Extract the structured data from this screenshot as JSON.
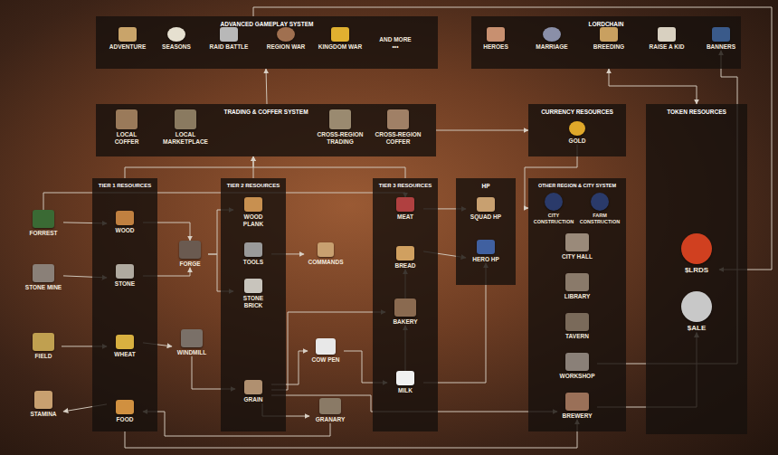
{
  "diagram": {
    "nodes": [
      {
        "text": [
          "ADVANCED GAMEPLAY SYSTEM"
        ]
      },
      {
        "text": [
          "ADVENTURE"
        ],
        "in": 0
      },
      {
        "text": [
          "SEASONS"
        ],
        "in": 0
      },
      {
        "text": [
          "RAID BATTLE"
        ],
        "in": 0
      },
      {
        "text": [
          "REGION WAR"
        ],
        "in": 0
      },
      {
        "text": [
          "KINGDOM WAR"
        ],
        "in": 0
      },
      {
        "text": [
          "AND MORE",
          "•••"
        ],
        "in": 0
      },
      {
        "text": [
          "LORDCHAIN"
        ]
      },
      {
        "text": [
          "HEROES"
        ],
        "in": 7
      },
      {
        "text": [
          "MARRIAGE"
        ],
        "in": 7
      },
      {
        "text": [
          "BREEDING"
        ],
        "in": 7
      },
      {
        "text": [
          "RAISE A KID"
        ],
        "in": 7
      },
      {
        "text": [
          "BANNERS"
        ],
        "in": 7
      },
      {
        "text": [
          "TRADING & COFFER SYSTEM"
        ]
      },
      {
        "text": [
          "LOCAL COFFER"
        ],
        "in": 13
      },
      {
        "text": [
          "LOCAL MARKETPLACE"
        ],
        "in": 13
      },
      {
        "text": [
          "CROSS-REGION TRADING"
        ],
        "in": 13
      },
      {
        "text": [
          "CROSS-REGION COFFER"
        ],
        "in": 13
      },
      {
        "text": [
          "CURRENCY RESOURCES"
        ]
      },
      {
        "text": [
          "GOLD"
        ],
        "in": 18
      },
      {
        "text": [
          "TOKEN RESOURCES"
        ]
      },
      {
        "text": [
          "$LRDS"
        ],
        "in": 20
      },
      {
        "text": [
          "$ALE"
        ],
        "in": 20
      },
      {
        "text": [
          "TIER 1 RESOURCES"
        ]
      },
      {
        "text": [
          "WOOD"
        ],
        "in": 23
      },
      {
        "text": [
          "STONE"
        ],
        "in": 23
      },
      {
        "text": [
          "WHEAT"
        ],
        "in": 23
      },
      {
        "text": [
          "FOOD"
        ],
        "in": 23
      },
      {
        "text": [
          "TIER 2 RESOURCES"
        ]
      },
      {
        "text": [
          "WOOD PLANK"
        ],
        "in": 28
      },
      {
        "text": [
          "TOOLS"
        ],
        "in": 28
      },
      {
        "text": [
          "STONE BRICK"
        ],
        "in": 28
      },
      {
        "text": [
          "GRAIN"
        ],
        "in": 28
      },
      {
        "text": [
          "TIER 3 RESOURCES"
        ]
      },
      {
        "text": [
          "MEAT"
        ],
        "in": 33
      },
      {
        "text": [
          "BREAD"
        ],
        "in": 33
      },
      {
        "text": [
          "MILK"
        ],
        "in": 33
      },
      {
        "text": [
          "HP"
        ]
      },
      {
        "text": [
          "SQUAD HP"
        ],
        "in": 37
      },
      {
        "text": [
          "HERO HP"
        ],
        "in": 37
      },
      {
        "text": [
          "OTHER REGION & CITY SYSTEM"
        ]
      },
      {
        "text": [
          "CITY CONSTRUCTION"
        ],
        "in": 40
      },
      {
        "text": [
          "FARM CONSTRUCTION"
        ],
        "in": 40
      },
      {
        "text": [
          "CITY HALL"
        ],
        "in": 40
      },
      {
        "text": [
          "LIBRARY"
        ],
        "in": 40
      },
      {
        "text": [
          "TAVERN"
        ],
        "in": 40
      },
      {
        "text": [
          "WORKSHOP"
        ],
        "in": 40
      },
      {
        "text": [
          "BREWERY"
        ],
        "in": 40
      },
      {
        "text": [
          "FORREST"
        ]
      },
      {
        "text": [
          "STONE MINE"
        ]
      },
      {
        "text": [
          "FIELD"
        ]
      },
      {
        "text": [
          "STAMINA"
        ]
      },
      {
        "text": [
          "FORGE"
        ]
      },
      {
        "text": [
          "WINDMILL"
        ]
      },
      {
        "text": [
          "COMMANDS"
        ]
      },
      {
        "text": [
          "COW PEN"
        ]
      },
      {
        "text": [
          "BAKERY"
        ],
        "in": 33
      },
      {
        "text": [
          "GRANARY"
        ]
      }
    ],
    "edges": [
      {
        "from": 48,
        "to": 24,
        "arrow": "to"
      },
      {
        "from": 49,
        "to": 25,
        "arrow": "to"
      },
      {
        "from": 50,
        "to": 26,
        "arrow": "to"
      },
      {
        "from": 24,
        "to": 52,
        "arrow": "to"
      },
      {
        "from": 25,
        "to": 52,
        "arrow": "to"
      },
      {
        "from": 52,
        "to": 29,
        "arrow": "to"
      },
      {
        "from": 52,
        "to": 31,
        "arrow": "to"
      },
      {
        "from": 30,
        "to": 54,
        "arrow": "to"
      },
      {
        "from": 26,
        "to": 53,
        "arrow": "to"
      },
      {
        "from": 53,
        "to": 32,
        "arrow": "to"
      },
      {
        "from": 32,
        "to": 57,
        "arrow": "to"
      },
      {
        "from": 57,
        "to": 27,
        "arrow": "to"
      },
      {
        "from": 27,
        "to": 51,
        "arrow": "to"
      },
      {
        "from": 32,
        "to": 55,
        "arrow": "to"
      },
      {
        "from": 55,
        "to": 36,
        "arrow": "to"
      },
      {
        "from": 32,
        "to": 56,
        "arrow": "to"
      },
      {
        "from": 36,
        "to": 56,
        "arrow": "to"
      },
      {
        "from": 56,
        "to": 35,
        "arrow": "to"
      },
      {
        "from": 34,
        "to": 38,
        "arrow": "to"
      },
      {
        "from": 35,
        "to": 39,
        "arrow": "to"
      },
      {
        "from": 36,
        "to": 39,
        "arrow": "to"
      },
      {
        "from": 32,
        "to": 47,
        "arrow": "to"
      },
      {
        "from": 48,
        "to": 34,
        "arrow": "to"
      },
      {
        "from": 23,
        "to": 13,
        "arrow": "to"
      },
      {
        "from": 28,
        "to": 13,
        "arrow": "to"
      },
      {
        "from": 33,
        "to": 13,
        "arrow": "to"
      },
      {
        "from": 13,
        "to": 0,
        "arrow": "to"
      },
      {
        "from": 13,
        "to": 18,
        "arrow": "to"
      },
      {
        "from": 19,
        "to": 40,
        "arrow": "to"
      },
      {
        "from": 7,
        "to": 20,
        "arrow": "both"
      },
      {
        "from": 0,
        "to": 21,
        "arrow": "to"
      },
      {
        "from": 46,
        "to": 12,
        "arrow": "to"
      },
      {
        "from": 47,
        "to": 22,
        "arrow": "to"
      },
      {
        "from": 23,
        "to": 47,
        "arrow": "to"
      }
    ]
  }
}
